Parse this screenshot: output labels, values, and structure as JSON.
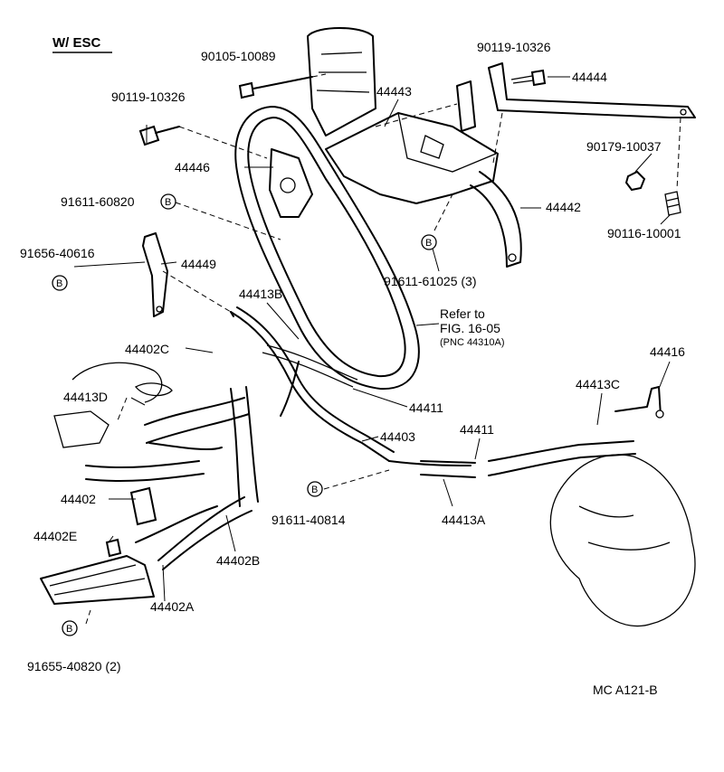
{
  "header": {
    "variant": "W/ ESC"
  },
  "callouts": {
    "p90105_10089": "90105-10089",
    "p90119_10326_a": "90119-10326",
    "p90119_10326_b": "90119-10326",
    "p44443": "44443",
    "p44444": "44444",
    "p44446": "44446",
    "p90179_10037": "90179-10037",
    "p91611_60820": "91611-60820",
    "p44442": "44442",
    "p90116_10001": "90116-10001",
    "p91656_40616": "91656-40616",
    "p44449": "44449",
    "p91611_61025": "91611-61025 (3)",
    "p44413B": "44413B",
    "p44402C": "44402C",
    "p44416": "44416",
    "p44413D": "44413D",
    "p44411_a": "44411",
    "p44413C": "44413C",
    "p44403": "44403",
    "p44411_b": "44411",
    "p44402": "44402",
    "p91611_40814": "91611-40814",
    "p44413A": "44413A",
    "p44402E": "44402E",
    "p44402B": "44402B",
    "p44402A": "44402A",
    "p91655_40820": "91655-40820 (2)"
  },
  "refer": {
    "line1": "Refer to",
    "line2": "FIG. 16-05",
    "line3": "(PNC 44310A)"
  },
  "markers": {
    "bolt_symbol": "B"
  },
  "footer": {
    "code": "MC  A121-B"
  }
}
